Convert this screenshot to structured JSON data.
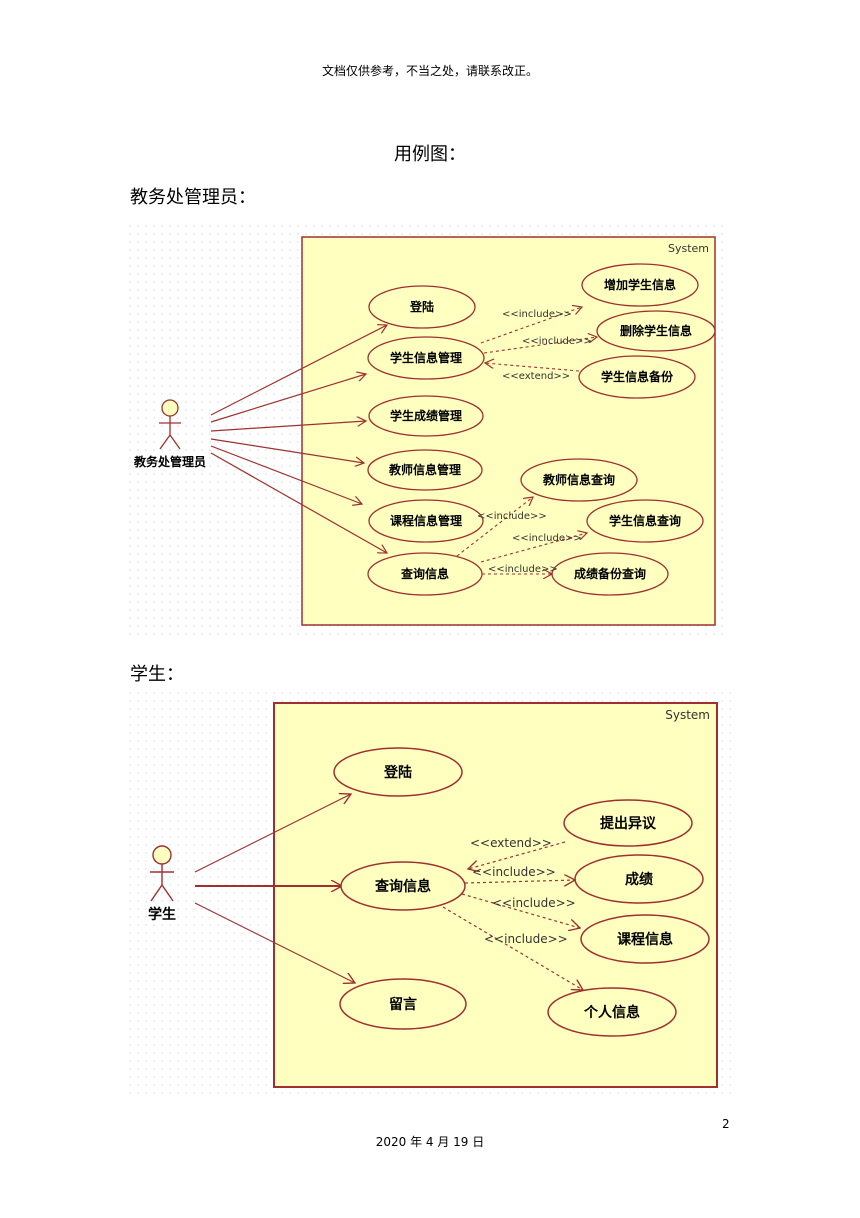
{
  "header": {
    "notice": "文档仅供参考，不当之处，请联系改正。"
  },
  "section_title": "用例图：",
  "diagram1": {
    "label": "教务处管理员：",
    "system_label": "System",
    "actor": "教务处管理员",
    "use_cases": {
      "login": "登陆",
      "student_info_mgmt": "学生信息管理",
      "student_grade_mgmt": "学生成绩管理",
      "teacher_info_mgmt": "教师信息管理",
      "course_info_mgmt": "课程信息管理",
      "query_info": "查询信息",
      "add_student": "增加学生信息",
      "delete_student": "删除学生信息",
      "backup_student": "学生信息备份",
      "query_teacher": "教师信息查询",
      "query_student": "学生信息查询",
      "query_grade_backup": "成绩备份查询"
    },
    "stereotypes": {
      "include_a": "<<include>>",
      "include_b": "<<include>>",
      "extend_a": "<<extend>>",
      "include_c": "<<include>>",
      "include_d": "<<include>>",
      "include_e": "<<include>>"
    }
  },
  "diagram2": {
    "label": "学生：",
    "system_label": "System",
    "actor": "学生",
    "use_cases": {
      "login": "登陆",
      "query_info": "查询信息",
      "message": "留言",
      "objection": "提出异议",
      "grade": "成绩",
      "course": "课程信息",
      "personal": "个人信息"
    },
    "stereotypes": {
      "extend_a": "<<extend>>",
      "include_a": "<<include>>",
      "include_b": "<<include>>",
      "include_c": "<<include>>"
    }
  },
  "footer": {
    "page_number": "2",
    "date": "2020 年 4 月 19 日"
  },
  "colors": {
    "system_fill": "#ffffc0",
    "system_border": "#a03030",
    "line": "#a03030"
  }
}
